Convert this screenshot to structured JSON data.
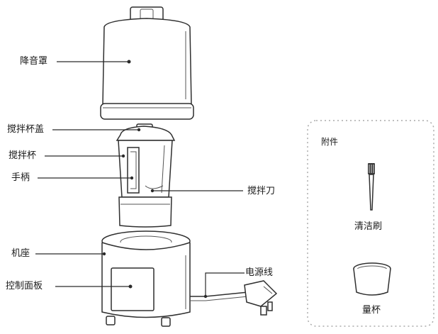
{
  "diagram": {
    "labels": {
      "noise_cover": "降音罩",
      "jar_lid": "搅拌杯盖",
      "jar": "搅拌杯",
      "handle": "手柄",
      "blade": "搅拌刀",
      "base": "机座",
      "control_panel": "控制面板",
      "power_cord": "电源线"
    },
    "accessories": {
      "title": "附件",
      "brush": "清洁刷",
      "measuring_cup": "量杯"
    }
  }
}
